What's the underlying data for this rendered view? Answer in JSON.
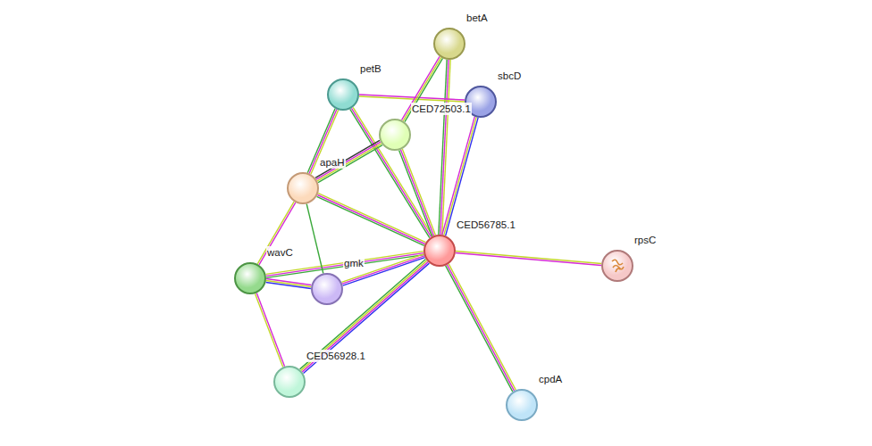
{
  "diagram": {
    "nodes": [
      {
        "text": [
          "betA"
        ]
      },
      {
        "text": [
          "petB"
        ]
      },
      {
        "text": [
          "sbcD"
        ]
      },
      {
        "text": [
          "CED72503.1"
        ]
      },
      {
        "text": [
          "apaH"
        ]
      },
      {
        "text": [
          "CED56785.1"
        ]
      },
      {
        "text": [
          "rpsC"
        ]
      },
      {
        "text": [
          "wavC"
        ]
      },
      {
        "text": [
          "gmk"
        ]
      },
      {
        "text": [
          "CED56928.1"
        ]
      },
      {
        "text": [
          "cpdA"
        ]
      }
    ],
    "edges": [
      {
        "from": 5,
        "to": 0,
        "arrow": "none"
      },
      {
        "from": 5,
        "to": 1,
        "arrow": "none"
      },
      {
        "from": 5,
        "to": 2,
        "arrow": "none"
      },
      {
        "from": 5,
        "to": 3,
        "arrow": "none"
      },
      {
        "from": 5,
        "to": 4,
        "arrow": "none"
      },
      {
        "from": 5,
        "to": 6,
        "arrow": "none"
      },
      {
        "from": 5,
        "to": 7,
        "arrow": "none"
      },
      {
        "from": 5,
        "to": 8,
        "arrow": "none"
      },
      {
        "from": 5,
        "to": 9,
        "arrow": "none"
      },
      {
        "from": 5,
        "to": 10,
        "arrow": "none"
      },
      {
        "from": 4,
        "to": 1,
        "arrow": "none"
      },
      {
        "from": 4,
        "to": 3,
        "arrow": "none"
      },
      {
        "from": 4,
        "to": 7,
        "arrow": "none"
      },
      {
        "from": 4,
        "to": 8,
        "arrow": "none"
      },
      {
        "from": 1,
        "to": 2,
        "arrow": "none"
      },
      {
        "from": 3,
        "to": 0,
        "arrow": "none"
      },
      {
        "from": 7,
        "to": 8,
        "arrow": "none"
      },
      {
        "from": 7,
        "to": 9,
        "arrow": "none"
      }
    ]
  }
}
